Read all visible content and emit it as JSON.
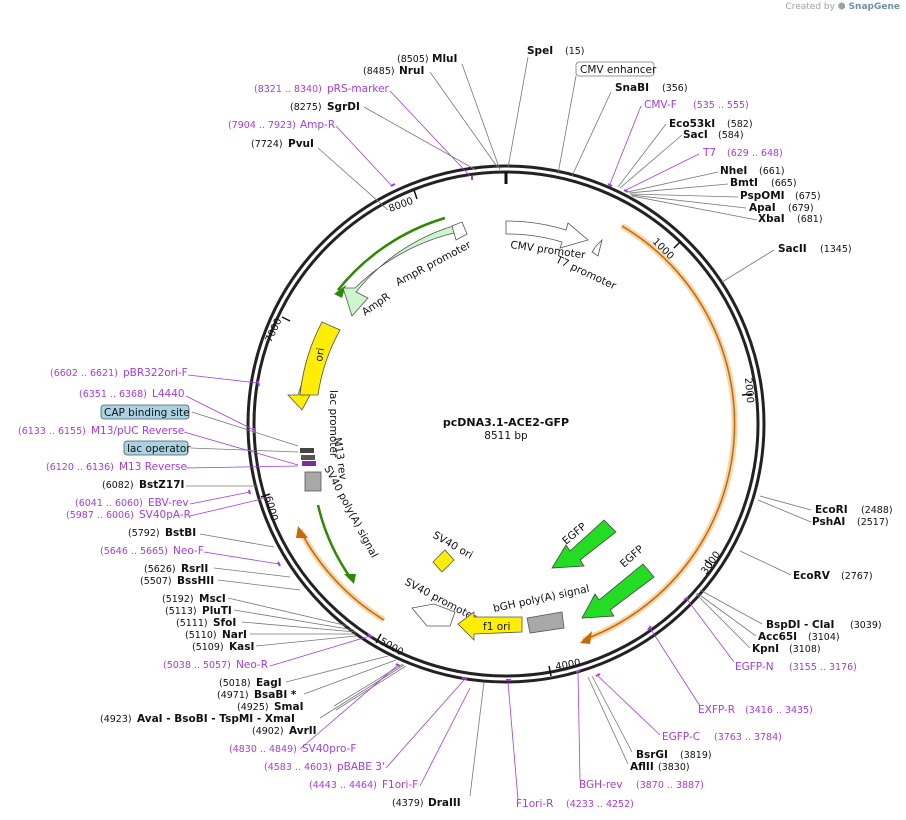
{
  "header": {
    "created_by": "Created by",
    "brand": "SnapGene"
  },
  "plasmid": {
    "name": "pcDNA3.1-ACE2-GFP",
    "size": "8511 bp"
  },
  "ring_ticks": [
    "1000",
    "2000",
    "3000",
    "4000",
    "5000",
    "6000",
    "7000",
    "8000"
  ],
  "features": {
    "cmv_promoter": "CMV promoter",
    "t7_promoter": "T7 promoter",
    "ampr_promoter": "AmpR promoter",
    "ampr": "AmpR",
    "ori": "ori",
    "lac_promoter": "lac promoter",
    "m13_rev": "M13 rev",
    "sv40_polya": "SV40 poly(A) signal",
    "sv40_ori": "SV40 ori",
    "sv40_promoter": "SV40 promoter",
    "egfp_1": "EGFP",
    "egfp_2": "EGFP",
    "bgh_polya": "bGH poly(A) signal",
    "f1_ori": "f1 ori"
  },
  "boxed": {
    "cmv_enhancer": "CMV enhancer",
    "cap_binding_site": "CAP binding site",
    "lac_operator": "lac operator"
  },
  "sites": {
    "mlui": {
      "name": "MluI",
      "pos": "(8505)"
    },
    "nrui": {
      "name": "NruI",
      "pos": "(8485)"
    },
    "spei": {
      "name": "SpeI",
      "pos": "(15)"
    },
    "sgrdi": {
      "name": "SgrDI",
      "pos": "(8275)"
    },
    "pvui": {
      "name": "PvuI",
      "pos": "(7724)"
    },
    "snabi": {
      "name": "SnaBI",
      "pos": "(356)"
    },
    "eco53ki": {
      "name": "Eco53kI",
      "pos": "(582)"
    },
    "saci": {
      "name": "SacI",
      "pos": "(584)"
    },
    "nhei": {
      "name": "NheI",
      "pos": "(661)"
    },
    "bmti": {
      "name": "BmtI",
      "pos": "(665)"
    },
    "pspomi": {
      "name": "PspOMI",
      "pos": "(675)"
    },
    "apai": {
      "name": "ApaI",
      "pos": "(679)"
    },
    "xbai": {
      "name": "XbaI",
      "pos": "(681)"
    },
    "sacii": {
      "name": "SacII",
      "pos": "(1345)"
    },
    "ecori": {
      "name": "EcoRI",
      "pos": "(2488)"
    },
    "pshai": {
      "name": "PshAI",
      "pos": "(2517)"
    },
    "ecorv": {
      "name": "EcoRV",
      "pos": "(2767)"
    },
    "bspdi_clai": {
      "name": "BspDI - ClaI",
      "pos": "(3039)"
    },
    "acc65i": {
      "name": "Acc65I",
      "pos": "(3104)"
    },
    "kpni": {
      "name": "KpnI",
      "pos": "(3108)"
    },
    "bsrgi": {
      "name": "BsrGI",
      "pos": "(3819)"
    },
    "aflii": {
      "name": "AflII",
      "pos": "(3830)"
    },
    "draiii": {
      "name": "DraIII",
      "pos": "(4379)"
    },
    "avrii": {
      "name": "AvrII",
      "pos": "(4902)"
    },
    "ava_group": {
      "name": "AvaI - BsoBI - TspMI - XmaI",
      "pos": "(4923)"
    },
    "smai": {
      "name": "SmaI",
      "pos": "(4925)"
    },
    "bsabi": {
      "name": "BsaBI *",
      "pos": "(4971)"
    },
    "eagi": {
      "name": "EagI",
      "pos": "(5018)"
    },
    "kasi": {
      "name": "KasI",
      "pos": "(5109)"
    },
    "nari": {
      "name": "NarI",
      "pos": "(5110)"
    },
    "sfoi": {
      "name": "SfoI",
      "pos": "(5111)"
    },
    "pluti": {
      "name": "PluTI",
      "pos": "(5113)"
    },
    "msci": {
      "name": "MscI",
      "pos": "(5192)"
    },
    "bsshii": {
      "name": "BssHII",
      "pos": "(5507)"
    },
    "rsrii": {
      "name": "RsrII",
      "pos": "(5626)"
    },
    "bstbi": {
      "name": "BstBI",
      "pos": "(5792)"
    },
    "bstz17i": {
      "name": "BstZ17I",
      "pos": "(6082)"
    }
  },
  "primers": {
    "prs_marker": {
      "pos": "(8321 .. 8340)",
      "name": "pRS-marker"
    },
    "amp_r": {
      "pos": "(7904 .. 7923)",
      "name": "Amp-R"
    },
    "cmv_f": {
      "name": "CMV-F",
      "pos": "(535 .. 555)"
    },
    "t7": {
      "name": "T7",
      "pos": "(629 .. 648)"
    },
    "pbr322ori_f": {
      "pos": "(6602 .. 6621)",
      "name": "pBR322ori-F"
    },
    "l4440": {
      "pos": "(6351 .. 6368)",
      "name": "L4440"
    },
    "m13puc_reverse": {
      "pos": "(6133 .. 6155)",
      "name": "M13/pUC Reverse"
    },
    "m13_reverse": {
      "pos": "(6120 .. 6136)",
      "name": "M13 Reverse"
    },
    "ebv_rev": {
      "pos": "(6041 .. 6060)",
      "name": "EBV-rev"
    },
    "sv40pa_r": {
      "pos": "(5987 .. 6006)",
      "name": "SV40pA-R"
    },
    "neo_f": {
      "pos": "(5646 .. 5665)",
      "name": "Neo-F"
    },
    "neo_r": {
      "pos": "(5038 .. 5057)",
      "name": "Neo-R"
    },
    "sv40pro_f": {
      "pos": "(4830 .. 4849)",
      "name": "SV40pro-F"
    },
    "pbabe3": {
      "pos": "(4583 .. 4603)",
      "name": "pBABE 3'"
    },
    "f1ori_f": {
      "pos": "(4443 .. 4464)",
      "name": "F1ori-F"
    },
    "f1ori_r": {
      "name": "F1ori-R",
      "pos": "(4233 .. 4252)"
    },
    "bgh_rev": {
      "name": "BGH-rev",
      "pos": "(3870 .. 3887)"
    },
    "egfp_c": {
      "name": "EGFP-C",
      "pos": "(3763 .. 3784)"
    },
    "exfp_r": {
      "name": "EXFP-R",
      "pos": "(3416 .. 3435)"
    },
    "egfp_n": {
      "name": "EGFP-N",
      "pos": "(3155 .. 3176)"
    }
  },
  "colors": {
    "ring": "#222222",
    "primer": "#a33ce0",
    "ampr_fill": "#ccf5cc",
    "ori_fill": "#ffee00",
    "egfp_fill": "#22dd22",
    "orf_orange": "#f0a030",
    "polya_gray": "#a8a8a8",
    "box_blue": "#a9d3e2"
  }
}
